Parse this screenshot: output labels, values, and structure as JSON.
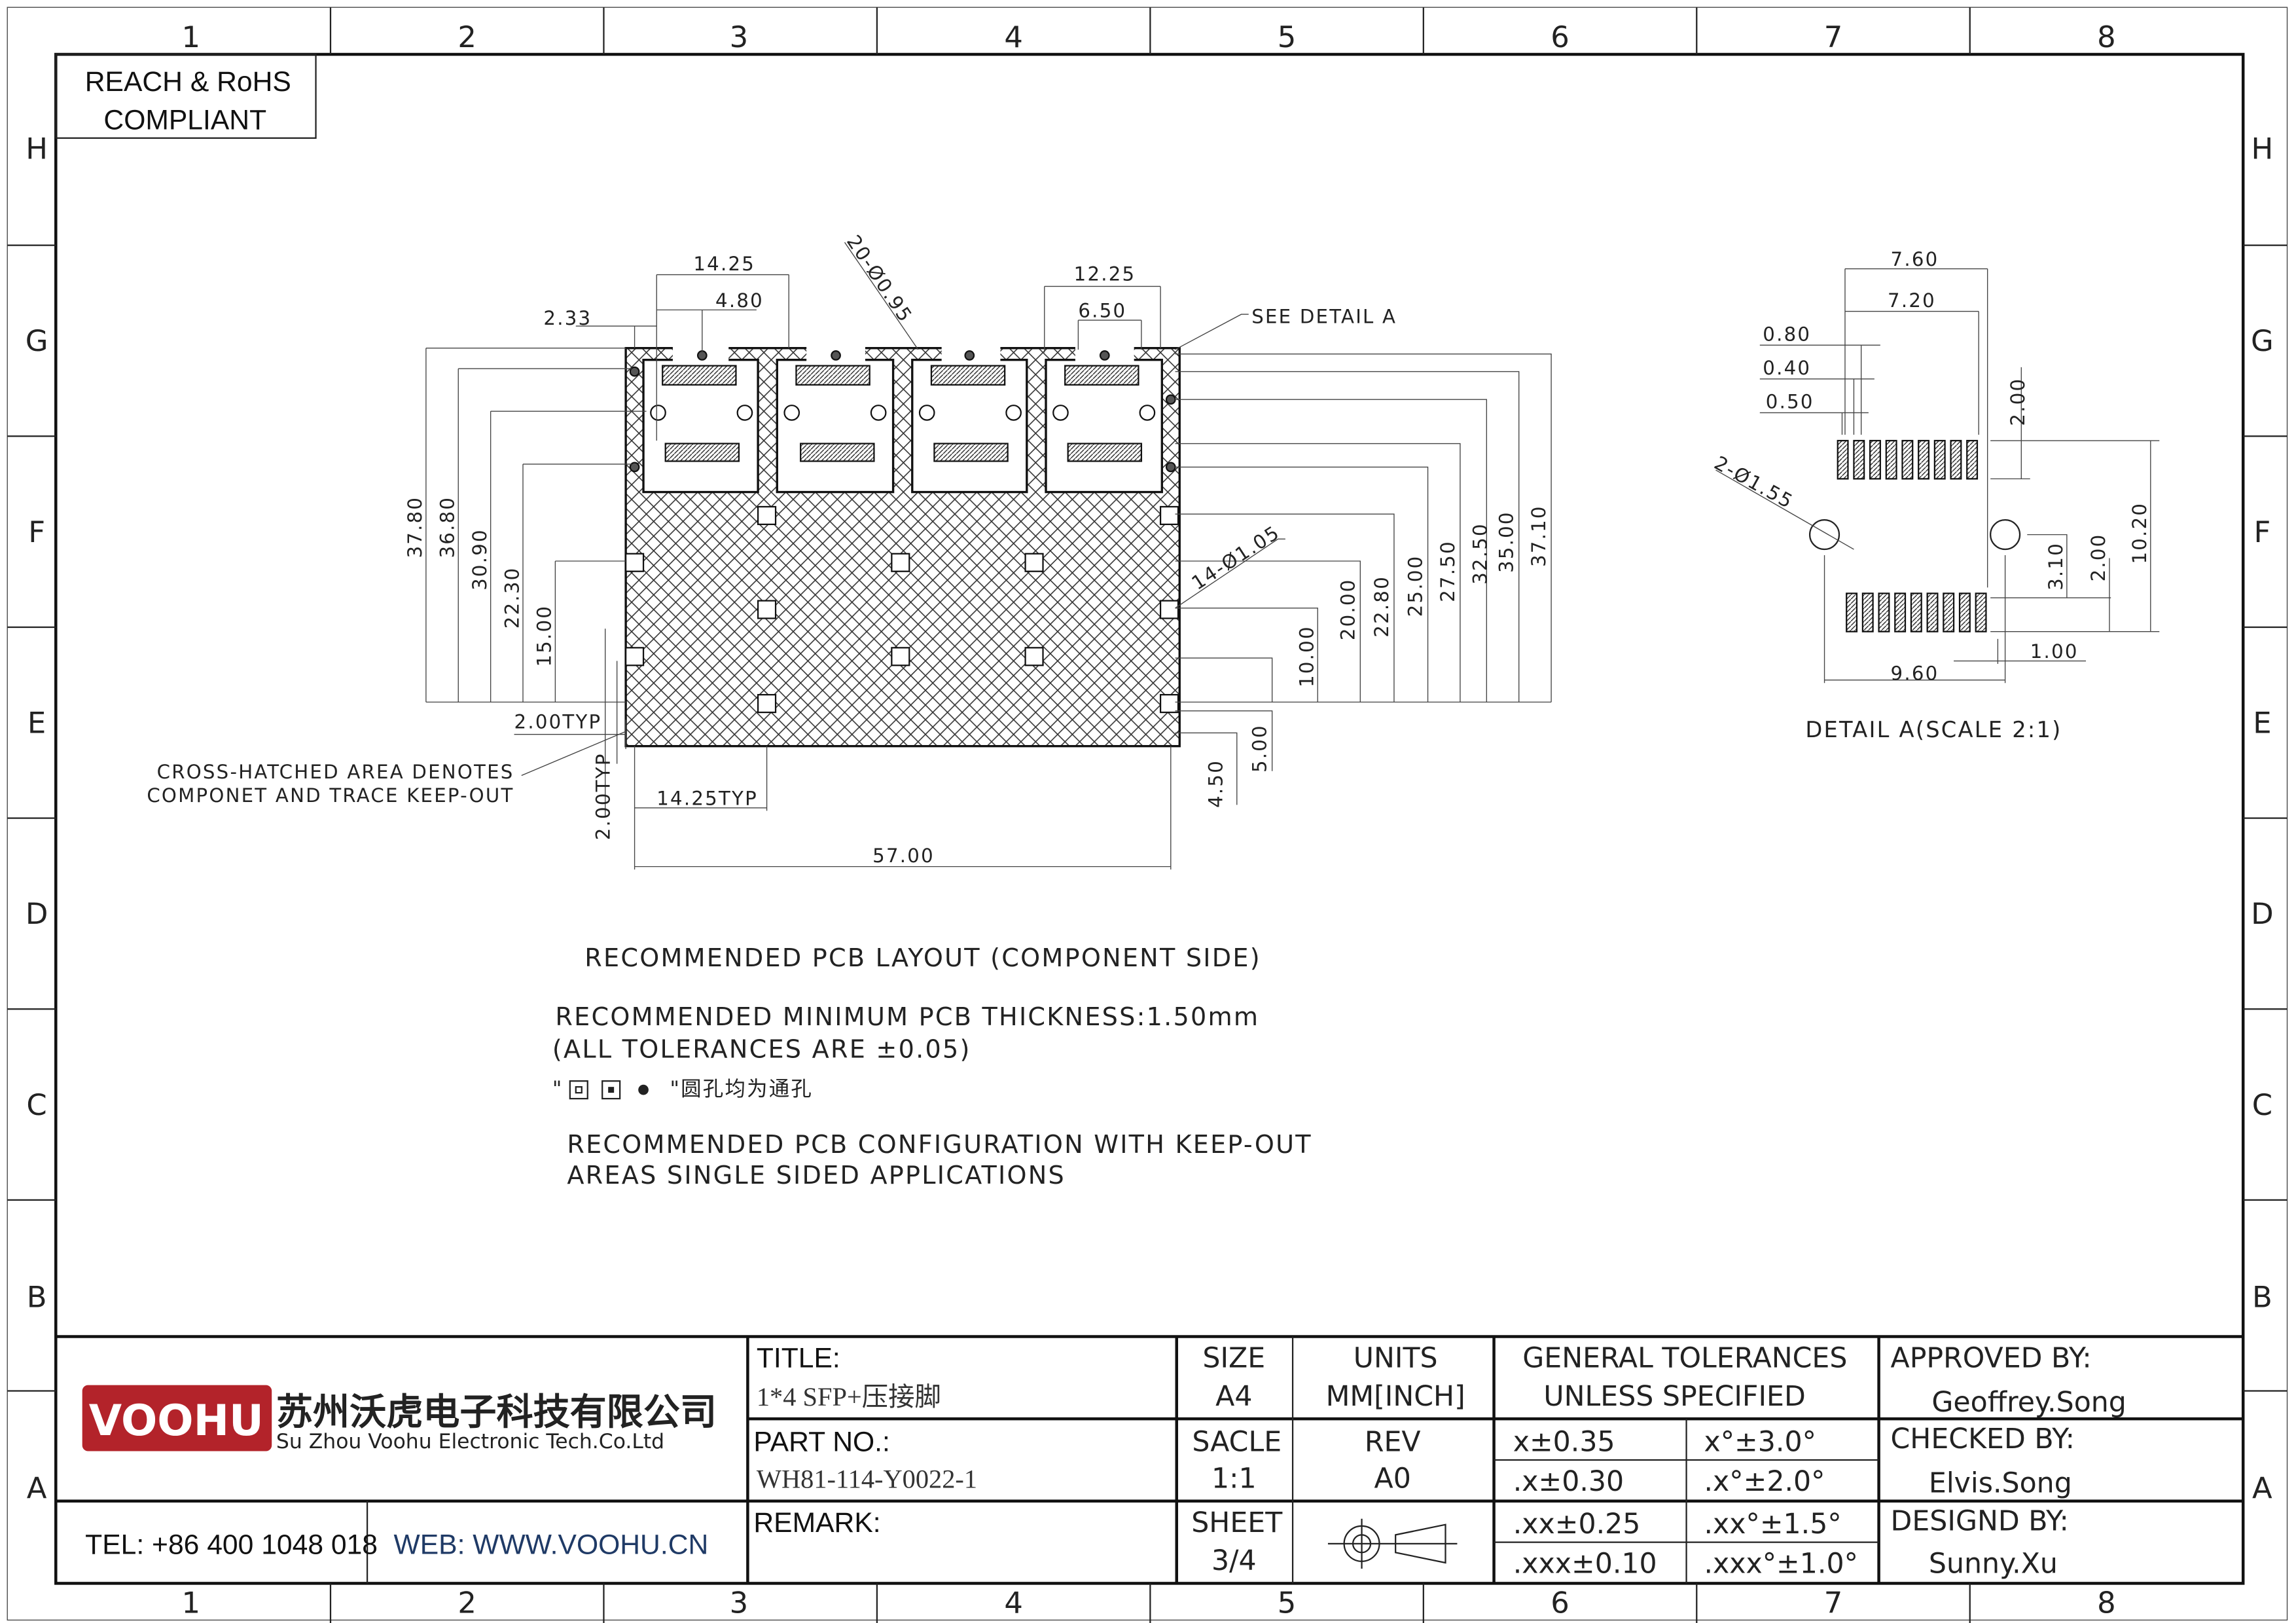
{
  "zones": {
    "columns": [
      "1",
      "2",
      "3",
      "4",
      "5",
      "6",
      "7",
      "8"
    ],
    "rows": [
      "H",
      "G",
      "F",
      "E",
      "D",
      "C",
      "B",
      "A"
    ]
  },
  "compliance": {
    "line1": "REACH & RoHS",
    "line2": "COMPLIANT"
  },
  "main_view": {
    "dims_top": {
      "d1": "14.25",
      "d2": "4.80",
      "d3": "2.33",
      "d4": "20-Ø0.95",
      "d5": "12.25",
      "d6": "6.50",
      "see_detail": "SEE DETAIL A"
    },
    "dims_left": [
      "37.80",
      "36.80",
      "30.90",
      "22.30",
      "15.00"
    ],
    "dims_right": [
      "10.00",
      "20.00",
      "22.80",
      "25.00",
      "27.50",
      "32.50",
      "35.00",
      "37.10"
    ],
    "holes_note": "14-Ø1.05",
    "dims_bottom": {
      "typ_h": "2.00TYP",
      "typ_v": "2.00TYP",
      "pitch": "14.25TYP",
      "width": "57.00",
      "d450": "4.50",
      "d500": "5.00"
    },
    "keepout_note": {
      "line1": "CROSS-HATCHED AREA DENOTES",
      "line2": "COMPONET AND TRACE KEEP-OUT"
    }
  },
  "detail_a": {
    "dims": {
      "d760": "7.60",
      "d720": "7.20",
      "d080": "0.80",
      "d040": "0.40",
      "d050": "0.50",
      "holes": "2-Ø1.55",
      "d200a": "2.00",
      "d310": "3.10",
      "d200b": "2.00",
      "d1020": "10.20",
      "d100": "1.00",
      "d960": "9.60"
    },
    "caption": "DETAIL A(SCALE 2:1)"
  },
  "notes": {
    "layout_title": "RECOMMENDED PCB LAYOUT (COMPONENT SIDE)",
    "thickness": "RECOMMENDED MINIMUM PCB THICKNESS:1.50mm",
    "tolerance": "(ALL TOLERANCES ARE ±0.05)",
    "through_hole_prefix": "\"",
    "through_hole": "\"圆孔均为通孔",
    "config_line1": "RECOMMENDED PCB CONFIGURATION WITH KEEP-OUT",
    "config_line2": "AREAS SINGLE SIDED APPLICATIONS"
  },
  "title_block": {
    "logo_text": "VOOHU",
    "company_cn": "苏州沃虎电子科技有限公司",
    "company_en": "Su Zhou Voohu Electronic Tech.Co.Ltd",
    "tel": "TEL: +86 400 1048 018",
    "web": "WEB: WWW.VOOHU.CN",
    "title_label": "TITLE:",
    "title_value": "1*4 SFP+压接脚",
    "part_label": "PART NO.:",
    "part_value": "WH81-114-Y0022-1",
    "remark_label": "REMARK:",
    "size_label": "SIZE",
    "size_value": "A4",
    "scale_label": "SACLE",
    "scale_value": "1:1",
    "sheet_label": "SHEET",
    "sheet_value": "3/4",
    "units_label": "UNITS",
    "units_value": "MM[INCH]",
    "rev_label": "REV",
    "rev_value": "A0",
    "gt_line1": "GENERAL TOLERANCES",
    "gt_line2": "UNLESS SPECIFIED",
    "tolerances": [
      [
        "x±0.35",
        "x°±3.0°"
      ],
      [
        ".x±0.30",
        ".x°±2.0°"
      ],
      [
        ".xx±0.25",
        ".xx°±1.5°"
      ],
      [
        ".xxx±0.10",
        ".xxx°±1.0°"
      ]
    ],
    "approved_label": "APPROVED BY:",
    "approved_value": "Geoffrey.Song",
    "checked_label": "CHECKED BY:",
    "checked_value": "Elvis.Song",
    "designed_label": "DESIGND BY:",
    "designed_value": "Sunny.Xu"
  },
  "colors": {
    "brand_red": "#b3232a",
    "web_blue": "#1f3a66"
  }
}
